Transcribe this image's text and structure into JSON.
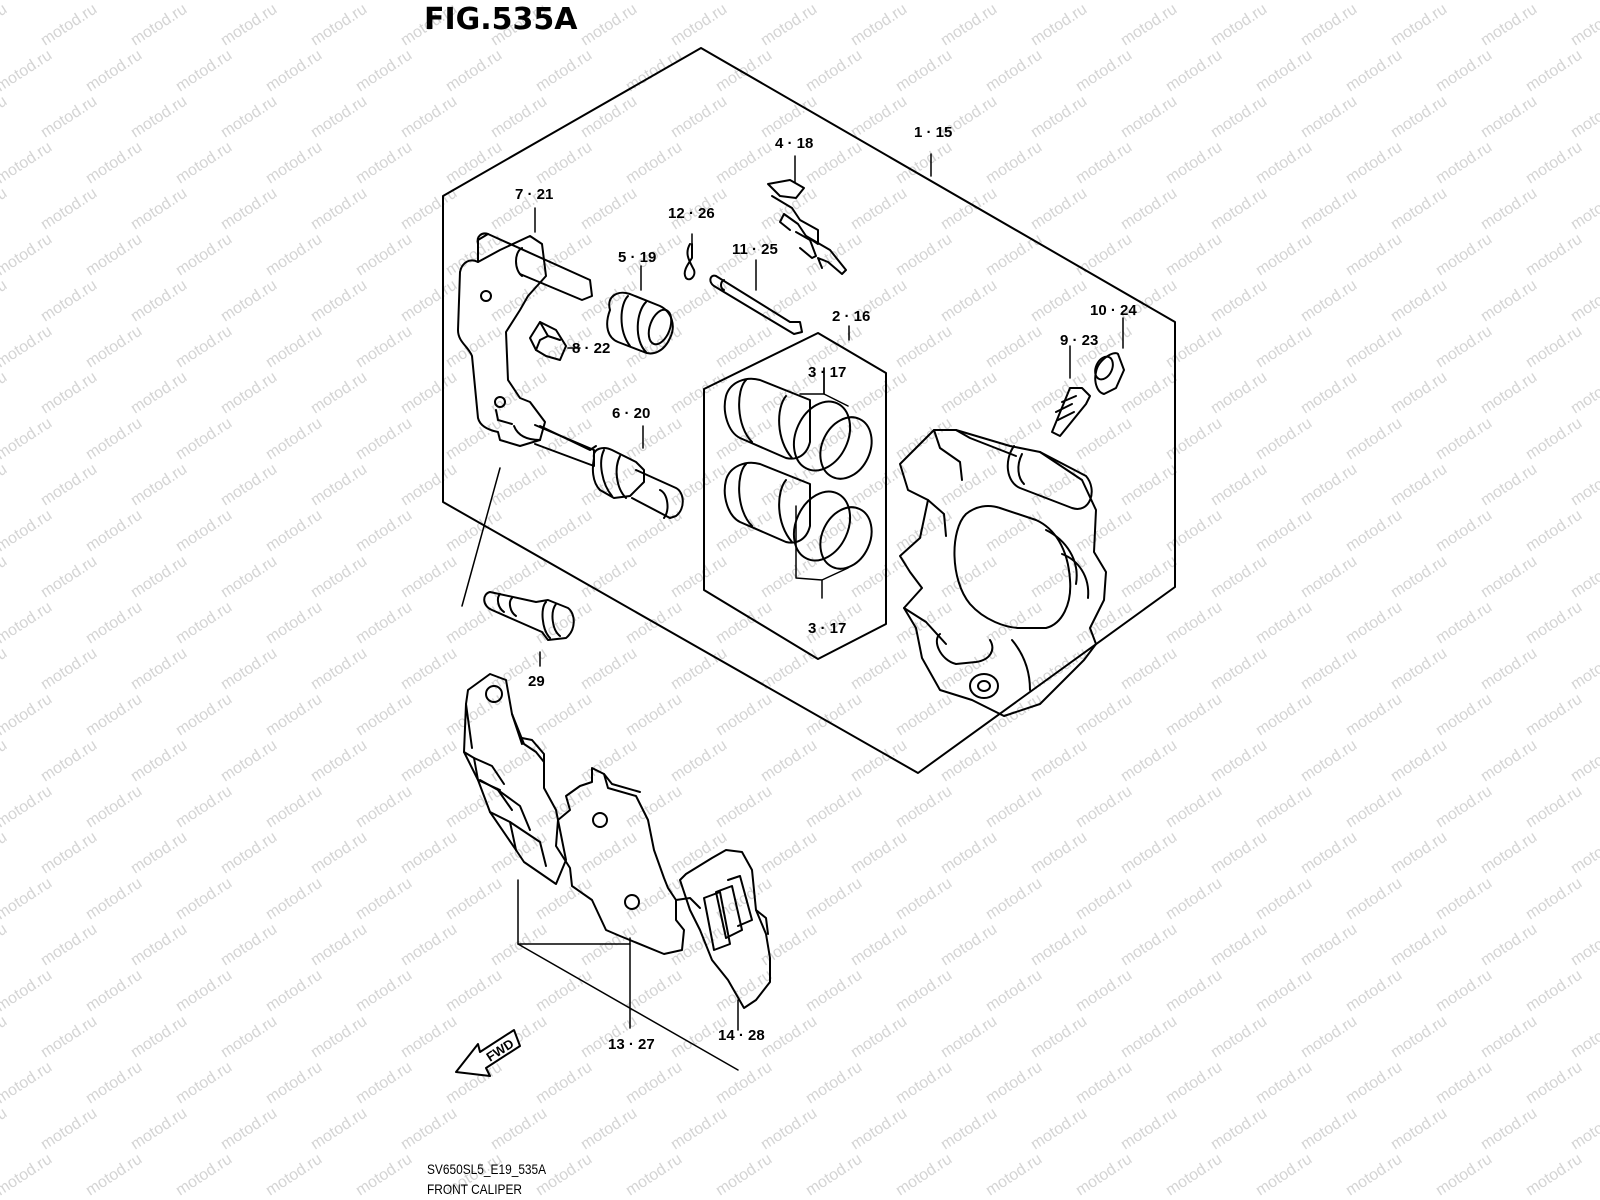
{
  "figure": {
    "title": "FIG.535A",
    "code": "SV650SL5_E19_535A",
    "name": "FRONT CALIPER"
  },
  "watermark": {
    "text": "motod.ru",
    "color": "#d4d4d4"
  },
  "direction_arrow": {
    "label": "FWD"
  },
  "callouts": [
    {
      "id": "c1",
      "text": "1 · 15"
    },
    {
      "id": "c2",
      "text": "2 · 16"
    },
    {
      "id": "c3a",
      "text": "3 · 17"
    },
    {
      "id": "c3b",
      "text": "3 · 17"
    },
    {
      "id": "c4",
      "text": "4 · 18"
    },
    {
      "id": "c5",
      "text": "5 · 19"
    },
    {
      "id": "c6",
      "text": "6 · 20"
    },
    {
      "id": "c7",
      "text": "7 · 21"
    },
    {
      "id": "c8",
      "text": "8 · 22"
    },
    {
      "id": "c9",
      "text": "9 · 23"
    },
    {
      "id": "c10",
      "text": "10 · 24"
    },
    {
      "id": "c11",
      "text": "11 · 25"
    },
    {
      "id": "c12",
      "text": "12 · 26"
    },
    {
      "id": "c13",
      "text": "13 · 27"
    },
    {
      "id": "c14",
      "text": "14 · 28"
    },
    {
      "id": "c29",
      "text": "29"
    }
  ]
}
